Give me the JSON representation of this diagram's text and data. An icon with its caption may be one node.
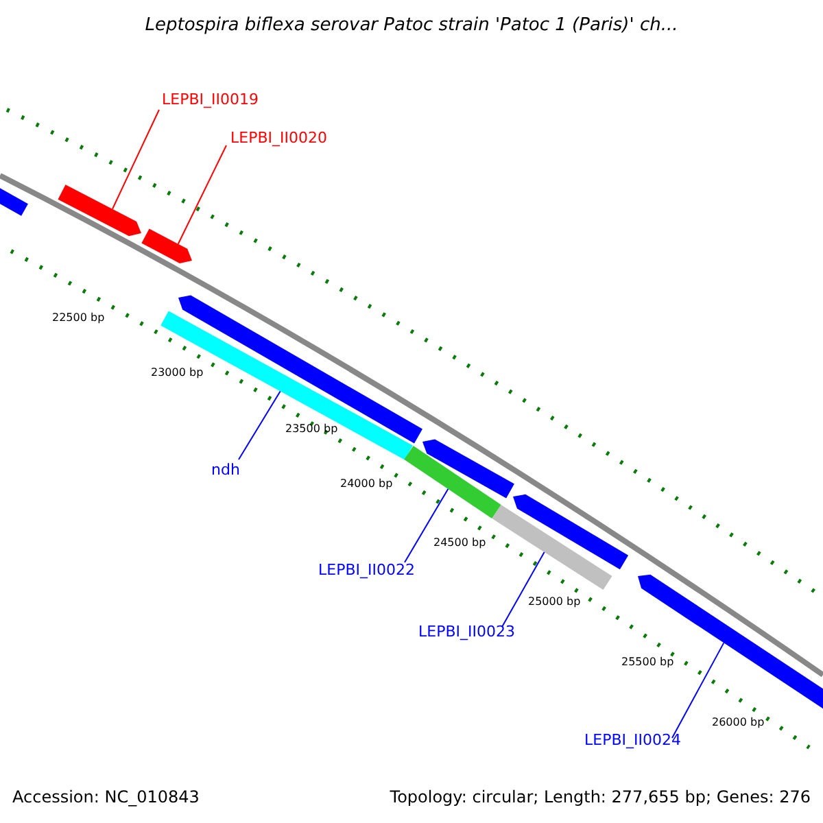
{
  "diagram": {
    "title": "Leptospira biflexa serovar Patoc strain 'Patoc 1 (Paris)' ch...",
    "nodes": [
      {
        "text": [
          "LEPBI_II0019"
        ]
      },
      {
        "text": [
          "LEPBI_II0020"
        ]
      },
      {
        "text": [],
        "shape": "bar"
      },
      {
        "text": [],
        "shape": "bar"
      },
      {
        "text": [],
        "shape": "bar"
      },
      {
        "text": [],
        "shape": "bar"
      },
      {
        "text": [],
        "shape": "bar"
      },
      {
        "text": [
          "ndh"
        ]
      },
      {
        "text": [],
        "shape": "bar"
      },
      {
        "text": [],
        "shape": "bar"
      },
      {
        "text": [],
        "shape": "bar"
      },
      {
        "text": [
          "LEPBI_II0022"
        ]
      },
      {
        "text": [],
        "shape": "bar"
      },
      {
        "text": [
          "LEPBI_II0023"
        ]
      },
      {
        "text": [],
        "shape": "bar"
      },
      {
        "text": [
          "LEPBI_II0024"
        ]
      }
    ],
    "edges": [
      {
        "from": 0,
        "to": 3,
        "arrow": "none",
        "color": "#ff0000"
      },
      {
        "from": 1,
        "to": 4,
        "arrow": "none",
        "color": "#ff0000"
      },
      {
        "from": 7,
        "to": 6,
        "arrow": "none"
      },
      {
        "from": 11,
        "to": 9,
        "arrow": "none"
      },
      {
        "from": 13,
        "to": 12,
        "arrow": "none"
      },
      {
        "from": 15,
        "to": 14,
        "arrow": "none"
      }
    ],
    "labels": [
      "22500 bp",
      "23000 bp",
      "23500 bp",
      "24000 bp",
      "24500 bp",
      "25000 bp",
      "25500 bp",
      "26000 bp",
      "Accession: NC_010843",
      "Topology: circular; Length: 277,655 bp; Genes: 276"
    ]
  }
}
